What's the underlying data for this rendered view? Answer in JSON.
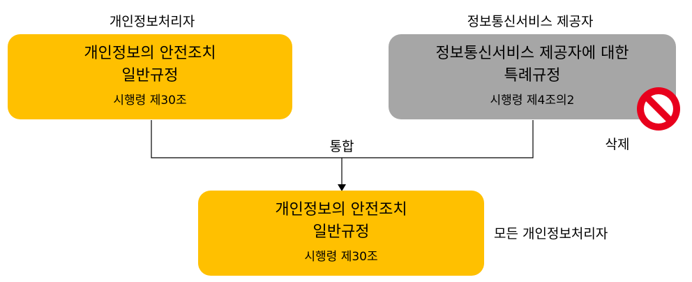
{
  "left_header": "개인정보처리자",
  "right_header": "정보통신서비스 제공자",
  "top_left_box": {
    "title_line1": "개인정보의 안전조치",
    "title_line2": "일반규정",
    "subtitle": "시행령 제30조",
    "color": "#ffc000"
  },
  "top_right_box": {
    "title_line1": "정보통신서비스 제공자에 대한",
    "title_line2": "특례규정",
    "subtitle": "시행령 제4조의2",
    "color": "#a6a6a6"
  },
  "prohibition": {
    "icon": "prohibited-icon",
    "color": "#e8001c",
    "label": "삭제"
  },
  "merge_label": "통합",
  "bottom_box": {
    "title_line1": "개인정보의 안전조치",
    "title_line2": "일반규정",
    "subtitle": "시행령 제30조",
    "color": "#ffc000"
  },
  "bottom_caption": "모든 개인정보처리자"
}
